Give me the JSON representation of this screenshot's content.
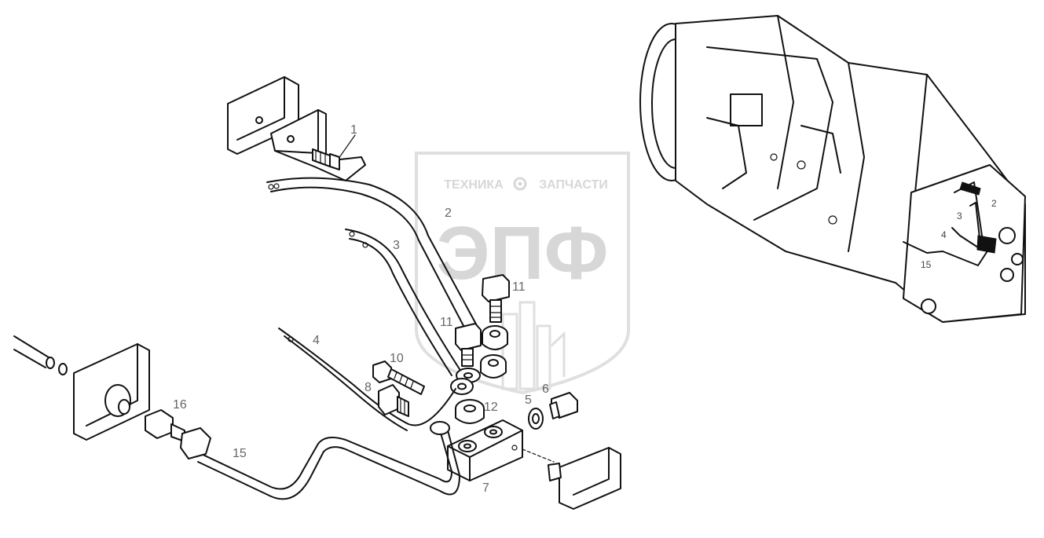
{
  "watermark": {
    "line1_left": "ТЕХНИКА",
    "line1_right": "ЗАПЧАСТИ",
    "logo": "ЭПФ",
    "gear_icon": "gear-icon",
    "color": "#d3d3d3"
  },
  "callouts": {
    "c1": "1",
    "c2": "2",
    "c3": "3",
    "c4": "4",
    "c5": "5",
    "c6": "6",
    "c7": "7",
    "c8": "8",
    "c10": "10",
    "c11a": "11",
    "c11b": "11",
    "c12": "12",
    "c15": "15",
    "c16": "16"
  },
  "inset_callouts": {
    "i2": "2",
    "i3": "3",
    "i4": "4",
    "i15": "15"
  },
  "colors": {
    "ink": "#111111",
    "label": "#666666"
  }
}
